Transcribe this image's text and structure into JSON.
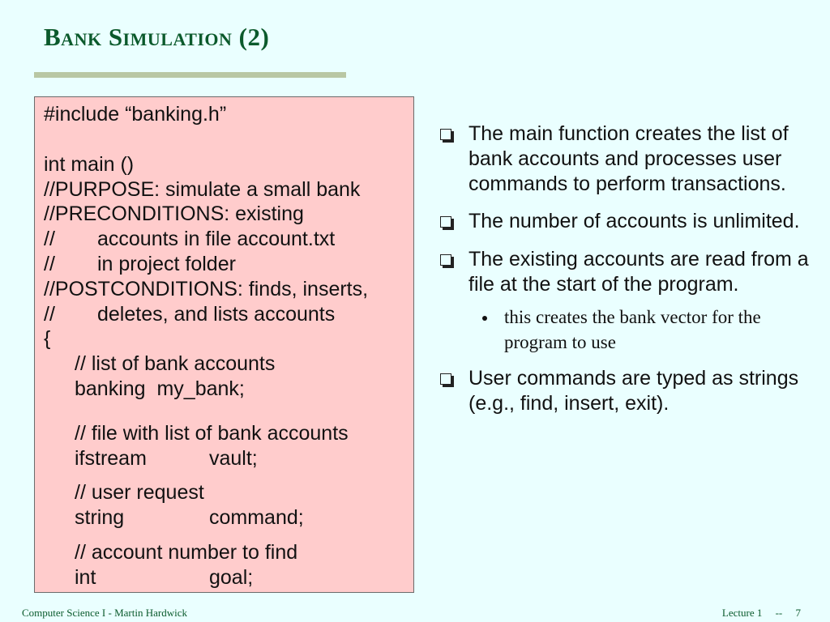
{
  "slide": {
    "title": "Bank Simulation (2)"
  },
  "code": {
    "lines": [
      "#include “banking.h”",
      "int main ()",
      "//PURPOSE: simulate a small bank",
      "//PRECONDITIONS: existing",
      "//",
      "accounts in file account.txt",
      "//",
      "in project folder",
      "//POSTCONDITIONS: finds, inserts,",
      "//",
      "deletes, and lists accounts",
      "{",
      "// list of bank accounts",
      "banking  my_bank;",
      "// file with list of bank accounts",
      "ifstream",
      "vault;",
      "// user request",
      "string",
      "command;",
      "// account number to find",
      "int",
      "goal;"
    ]
  },
  "bullets": {
    "b1": "The main function creates the list of bank accounts and processes user commands to perform transactions.",
    "b2": "The number of accounts is unlimited.",
    "b3": "The existing accounts are read from a file at the start of the program.",
    "b3_sub": "this creates the bank vector for the program to use",
    "b4": "User commands are typed as strings (e.g., find, insert, exit)."
  },
  "footer": {
    "left": "Computer Science I - Martin Hardwick",
    "right": "Lecture 1     --     7"
  }
}
